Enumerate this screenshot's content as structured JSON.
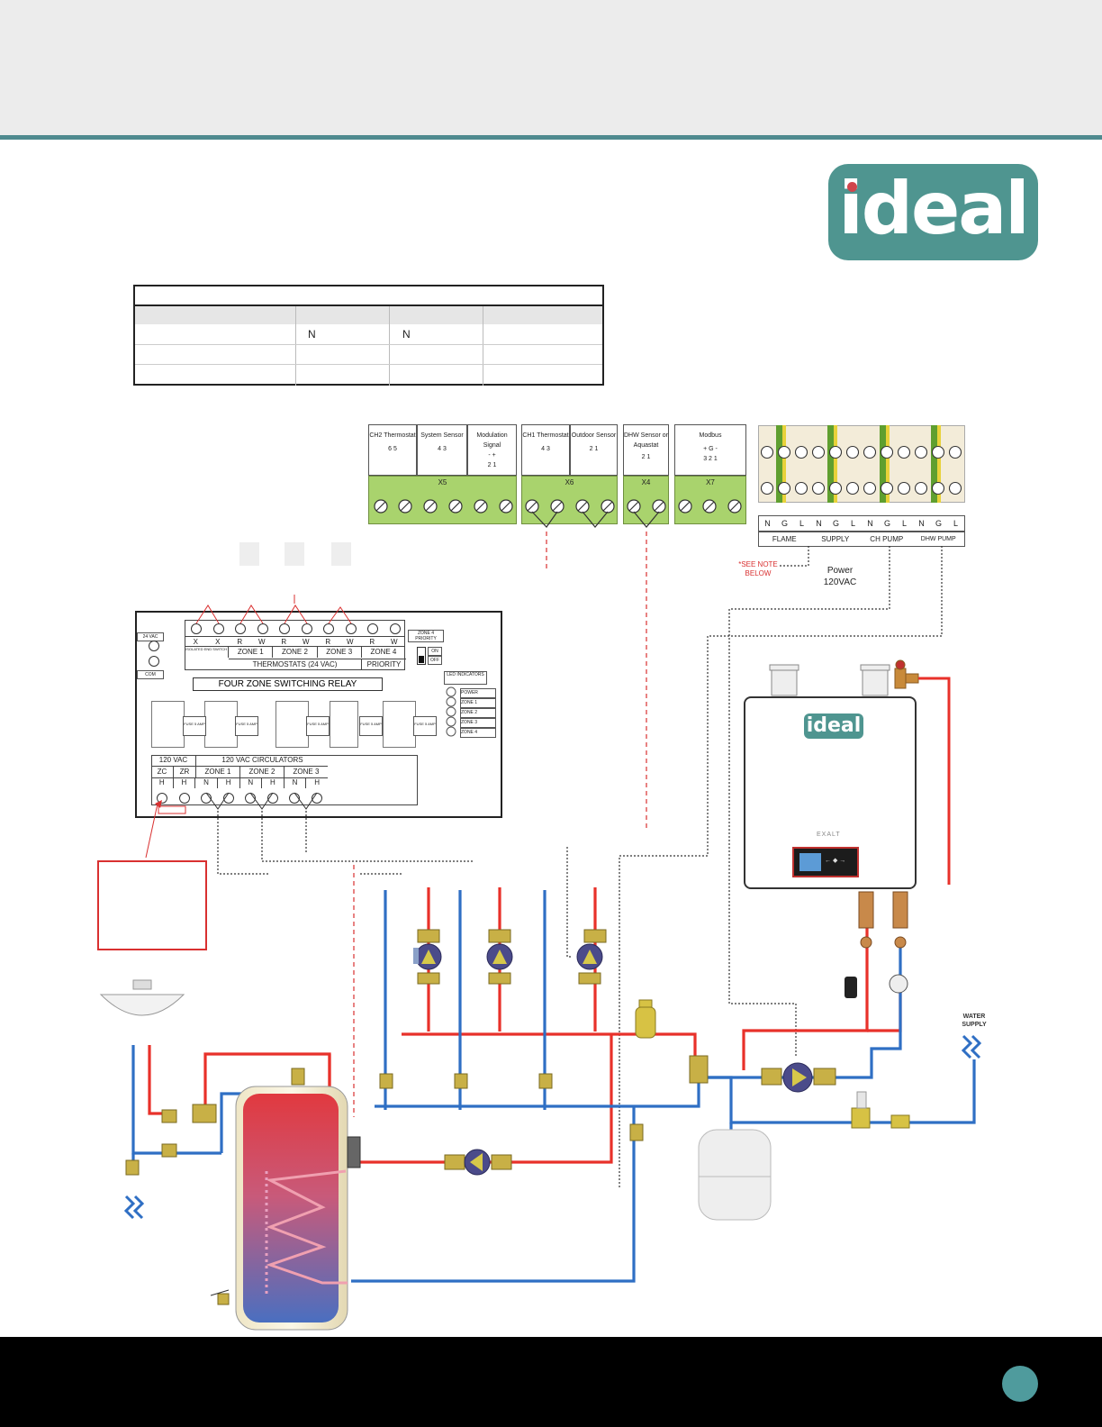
{
  "header": {
    "brand_logo": "ideal"
  },
  "table": {
    "row1_col2": "N",
    "row1_col3": "N"
  },
  "terminals": {
    "x5": {
      "label": "X5",
      "groups": [
        {
          "name": "CH2 Thermostat",
          "pins": "6 5"
        },
        {
          "name": "System Sensor",
          "pins": "4 3"
        },
        {
          "name": "Modulation Signal",
          "pins": "2 1",
          "polarity": "- +"
        }
      ]
    },
    "x6": {
      "label": "X6",
      "groups": [
        {
          "name": "CH1 Thermostat",
          "pins": "4 3"
        },
        {
          "name": "Outdoor Sensor",
          "pins": "2 1"
        }
      ]
    },
    "x4": {
      "label": "X4",
      "groups": [
        {
          "name": "DHW Sensor or Aquastat",
          "pins": "2 1"
        }
      ]
    },
    "x7": {
      "label": "X7",
      "groups": [
        {
          "name": "Modbus",
          "pins": "3 2 1",
          "polarity": "+ G -"
        }
      ]
    },
    "power": {
      "letters": [
        "N",
        "G",
        "L",
        "N",
        "G",
        "L",
        "N",
        "G",
        "L",
        "N",
        "G",
        "L"
      ],
      "labels": [
        "FLAME",
        "SUPPLY",
        "CH PUMP",
        "DHW PUMP"
      ],
      "see_note": "*SEE NOTE BELOW",
      "power": "Power",
      "voltage": "120VAC"
    }
  },
  "relay": {
    "title": "FOUR ZONE SWITCHING RELAY",
    "v24": "24 VAC",
    "com": "COM",
    "therm_letters": [
      "X",
      "X",
      "R",
      "W",
      "R",
      "W",
      "R",
      "W",
      "R",
      "W"
    ],
    "isolated": "ISOLATED END SWITCH",
    "zones": [
      "ZONE 1",
      "ZONE 2",
      "ZONE 3",
      "ZONE 4"
    ],
    "thermostats": "THERMOSTATS (24 VAC)",
    "priority": "PRIORITY",
    "zone4_priority": "ZONE 4 PRIORITY",
    "on": "ON",
    "off": "OFF",
    "led_title": "LED INDICATORS",
    "leds": [
      "POWER",
      "ZONE 1",
      "ZONE 2",
      "ZONE 3",
      "ZONE 4"
    ],
    "fuse": "FUSE 5 AMP",
    "v120": "120 VAC",
    "circ": "120 VAC CIRCULATORS",
    "zc": "ZC",
    "zr": "ZR",
    "circ_zones": [
      "ZONE 1",
      "ZONE 2",
      "ZONE 3"
    ],
    "hn": [
      "H",
      "H",
      "N",
      "H",
      "N",
      "H",
      "N",
      "H"
    ]
  },
  "boiler": {
    "logo": "ideal",
    "model": "EXALT",
    "display": "← ◆ →"
  },
  "water_supply": "WATER SUPPLY",
  "colors": {
    "hot": "#e8312a",
    "cold": "#2f6fc4",
    "accent": "#4f9590",
    "terminal_green": "#a9d36d",
    "note_red": "#d93030"
  }
}
